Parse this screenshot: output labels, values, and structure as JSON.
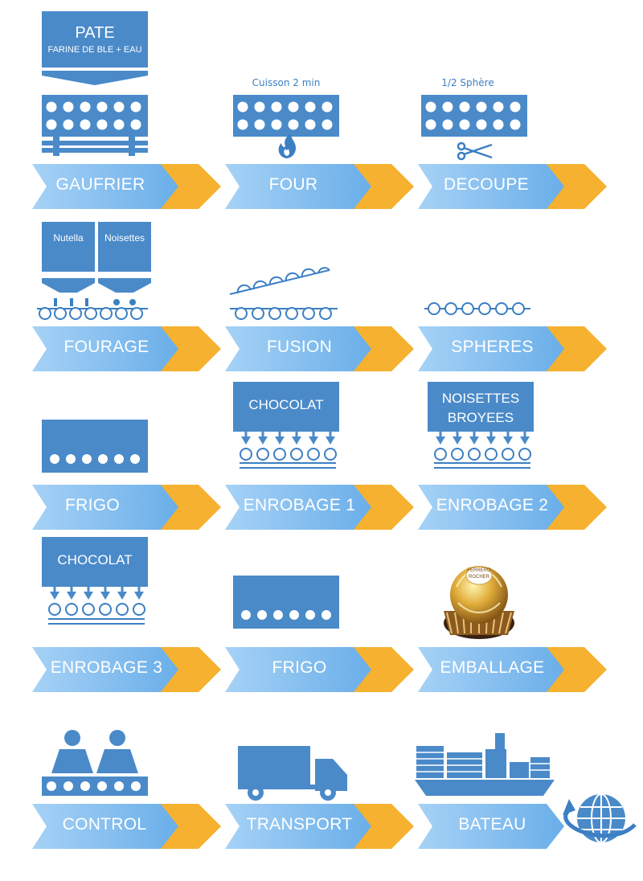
{
  "colors": {
    "blue_box": "#4a8ac9",
    "arrow_light": "#8cc3f2",
    "arrow_mid": "#6aaee9",
    "chevron_orange": "#f5b12f",
    "icon_blue": "#3b7fc4"
  },
  "rows": [
    {
      "steps": [
        "GAUFRIER",
        "FOUR",
        "DECOUPE"
      ]
    },
    {
      "steps": [
        "FOURAGE",
        "FUSION",
        "SPHERES"
      ]
    },
    {
      "steps": [
        "FRIGO",
        "ENROBAGE 1",
        "ENROBAGE 2"
      ]
    },
    {
      "steps": [
        "ENROBAGE 3",
        "FRIGO",
        "EMBALLAGE"
      ]
    },
    {
      "steps": [
        "CONTROL",
        "TRANSPORT",
        "BATEAU"
      ]
    }
  ],
  "pate": {
    "title": "PATE",
    "subtitle": "FARINE DE BLE + EAU"
  },
  "notes": {
    "four": "Cuisson 2 min",
    "decoupe": "1/2 Sphère"
  },
  "fourage": {
    "left": "Nutella",
    "right": "Noisettes"
  },
  "enrobage1": {
    "label": "CHOCOLAT"
  },
  "enrobage2": {
    "line1": "NOISETTES",
    "line2": "BROYEES"
  },
  "enrobage3": {
    "label": "CHOCOLAT"
  },
  "product": {
    "brand_line1": "FERRERO",
    "brand_line2": "ROCHER"
  },
  "icons": [
    "hopper-icon",
    "waffle-machine-icon",
    "oven-plate-icon",
    "flame-icon",
    "cutting-plate-icon",
    "scissors-icon",
    "filling-hoppers-icon",
    "conveyor-icon",
    "spheres-row-icon",
    "fridge-icon",
    "coating-machine-icon",
    "ferrero-rocher-image",
    "inspectors-icon",
    "truck-icon",
    "cargo-ship-icon",
    "globe-icon"
  ]
}
